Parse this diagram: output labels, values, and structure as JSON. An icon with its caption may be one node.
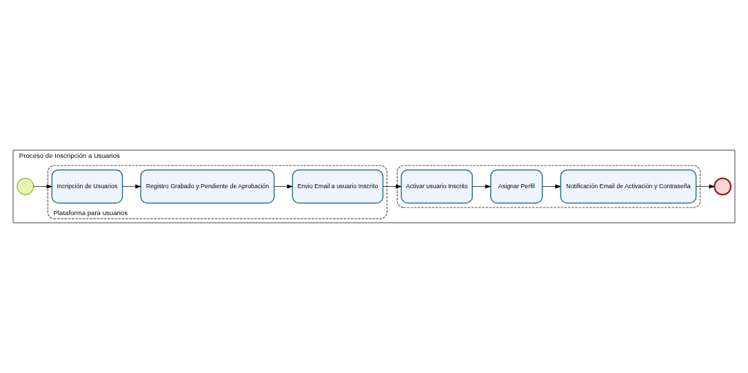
{
  "diagram": {
    "nodes": [
      {
        "text": [
          "Proceso de Inscripción a Usuarios"
        ]
      },
      {
        "text": [
          "Plataforma para usuarios"
        ],
        "in": 0
      },
      {
        "text": [],
        "shape": "box",
        "in": 0
      },
      {
        "text": [],
        "shape": "circle",
        "in": 0
      },
      {
        "text": [
          "Incripción de Usuarios"
        ],
        "in": 1
      },
      {
        "text": [
          "Registro Grabado y Pendiente de Aprobación"
        ],
        "in": 1
      },
      {
        "text": [
          "Envio Email a usuario Inscrito"
        ],
        "in": 1
      },
      {
        "text": [
          "Activar usuario Inscrito"
        ],
        "in": 2
      },
      {
        "text": [
          "Asignar Perfil"
        ],
        "in": 2
      },
      {
        "text": [
          "Notificación Email de Activación y Contraseña"
        ],
        "in": 2
      },
      {
        "text": [],
        "shape": "circle",
        "in": 0
      }
    ],
    "edges": [
      {
        "from": 3,
        "to": 4,
        "arrow": "to"
      },
      {
        "from": 4,
        "to": 5,
        "arrow": "to"
      },
      {
        "from": 5,
        "to": 6,
        "arrow": "to"
      },
      {
        "from": 6,
        "to": 7,
        "arrow": "to"
      },
      {
        "from": 7,
        "to": 8,
        "arrow": "to"
      },
      {
        "from": 8,
        "to": 9,
        "arrow": "to"
      },
      {
        "from": 9,
        "to": 10,
        "arrow": "to"
      }
    ]
  }
}
